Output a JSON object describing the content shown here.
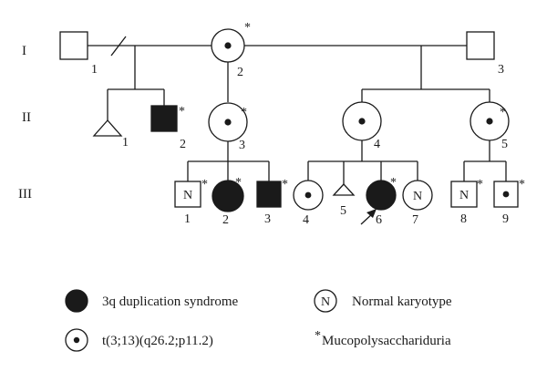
{
  "generations": [
    "I",
    "II",
    "III"
  ],
  "individuals": [
    {
      "id": "I-1",
      "number": "1",
      "sex": "male",
      "status": "unaffected",
      "asterisk": false
    },
    {
      "id": "I-2",
      "number": "2",
      "sex": "female",
      "status": "carrier",
      "asterisk": true
    },
    {
      "id": "I-3",
      "number": "3",
      "sex": "male",
      "status": "unaffected",
      "asterisk": false
    },
    {
      "id": "II-1",
      "number": "1",
      "sex": "miscarriage",
      "status": "unaffected",
      "asterisk": false
    },
    {
      "id": "II-2",
      "number": "2",
      "sex": "male",
      "status": "affected",
      "asterisk": true
    },
    {
      "id": "II-3",
      "number": "3",
      "sex": "female",
      "status": "carrier",
      "asterisk": true
    },
    {
      "id": "II-4",
      "number": "4",
      "sex": "female",
      "status": "carrier",
      "asterisk": false
    },
    {
      "id": "II-5",
      "number": "5",
      "sex": "female",
      "status": "carrier",
      "asterisk": true
    },
    {
      "id": "III-1",
      "number": "1",
      "sex": "male",
      "status": "normal",
      "asterisk": true
    },
    {
      "id": "III-2",
      "number": "2",
      "sex": "female",
      "status": "affected",
      "asterisk": true
    },
    {
      "id": "III-3",
      "number": "3",
      "sex": "male",
      "status": "affected",
      "asterisk": true
    },
    {
      "id": "III-4",
      "number": "4",
      "sex": "female",
      "status": "carrier",
      "asterisk": false
    },
    {
      "id": "III-5",
      "number": "5",
      "sex": "miscarriage",
      "status": "unaffected",
      "asterisk": false
    },
    {
      "id": "III-6",
      "number": "6",
      "sex": "female",
      "status": "affected",
      "asterisk": true,
      "proband": true
    },
    {
      "id": "III-7",
      "number": "7",
      "sex": "female",
      "status": "normal",
      "asterisk": false
    },
    {
      "id": "III-8",
      "number": "8",
      "sex": "male",
      "status": "normal",
      "asterisk": true
    },
    {
      "id": "III-9",
      "number": "9",
      "sex": "male",
      "status": "carrier",
      "asterisk": true
    }
  ],
  "symbols": {
    "normal_letter": "N",
    "asterisk": "*"
  },
  "legend": {
    "affected": "3q duplication syndrome",
    "normal": "Normal karyotype",
    "carrier": "t(3;13)(q26.2;p11.2)",
    "asterisk": "Mucopolysacchariduria"
  }
}
